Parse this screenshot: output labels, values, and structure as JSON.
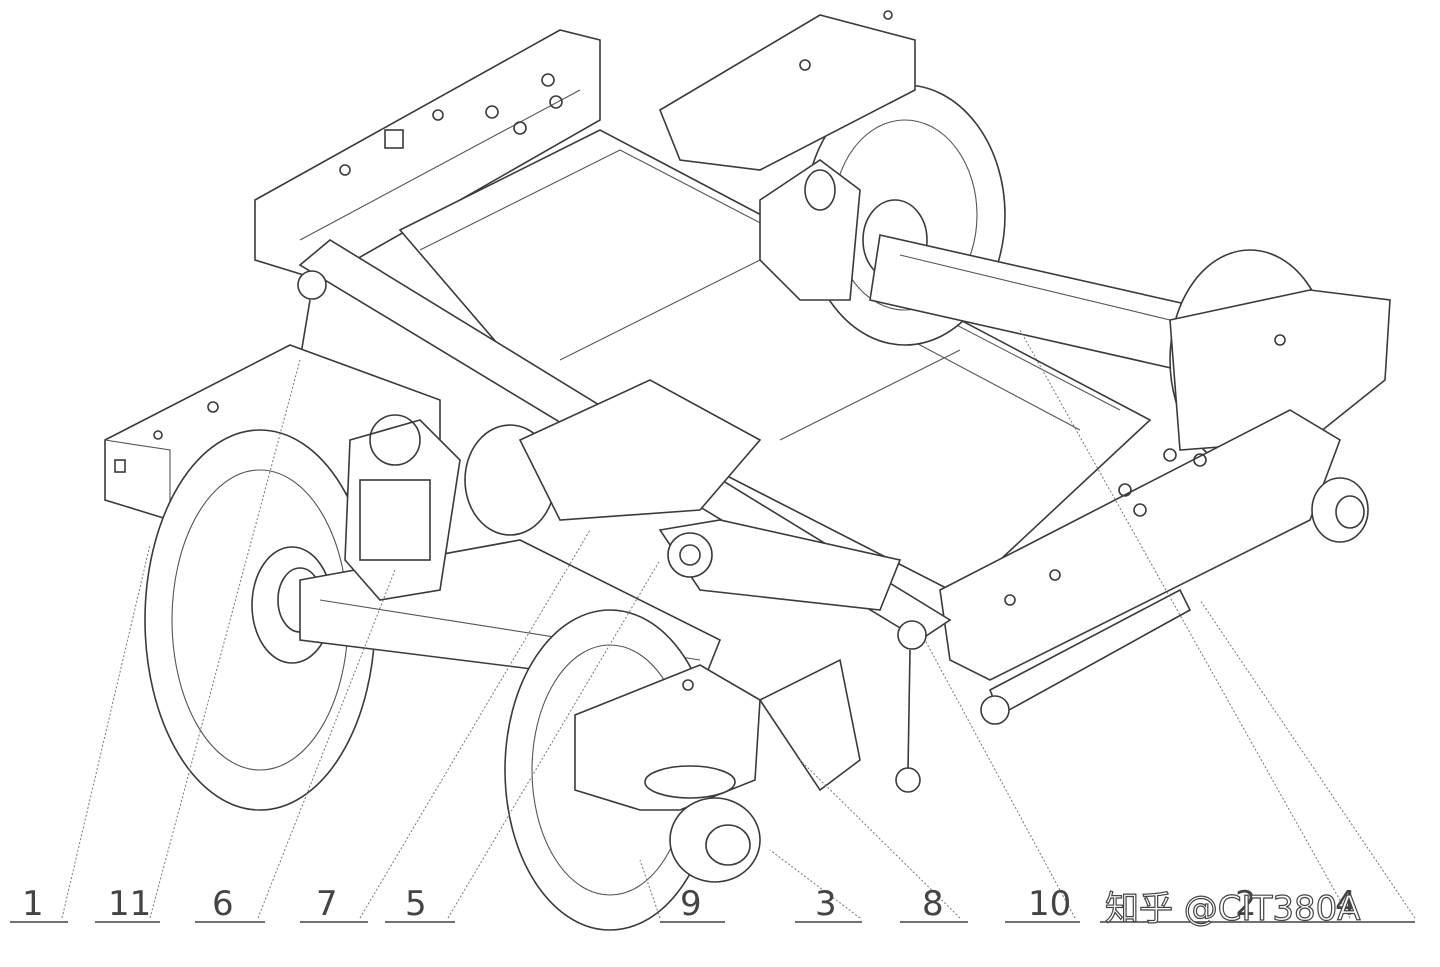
{
  "callouts": [
    {
      "id": "c1",
      "label": "1"
    },
    {
      "id": "c11",
      "label": "11"
    },
    {
      "id": "c6",
      "label": "6"
    },
    {
      "id": "c7",
      "label": "7"
    },
    {
      "id": "c5",
      "label": "5"
    },
    {
      "id": "c9",
      "label": "9"
    },
    {
      "id": "c3",
      "label": "3"
    },
    {
      "id": "c8",
      "label": "8"
    },
    {
      "id": "c10",
      "label": "10"
    },
    {
      "id": "c2",
      "label": "2"
    },
    {
      "id": "c4",
      "label": "4"
    }
  ],
  "watermark": "知乎 @CIT380A",
  "colors": {
    "line": "#3a3a3a",
    "background": "#ffffff"
  }
}
